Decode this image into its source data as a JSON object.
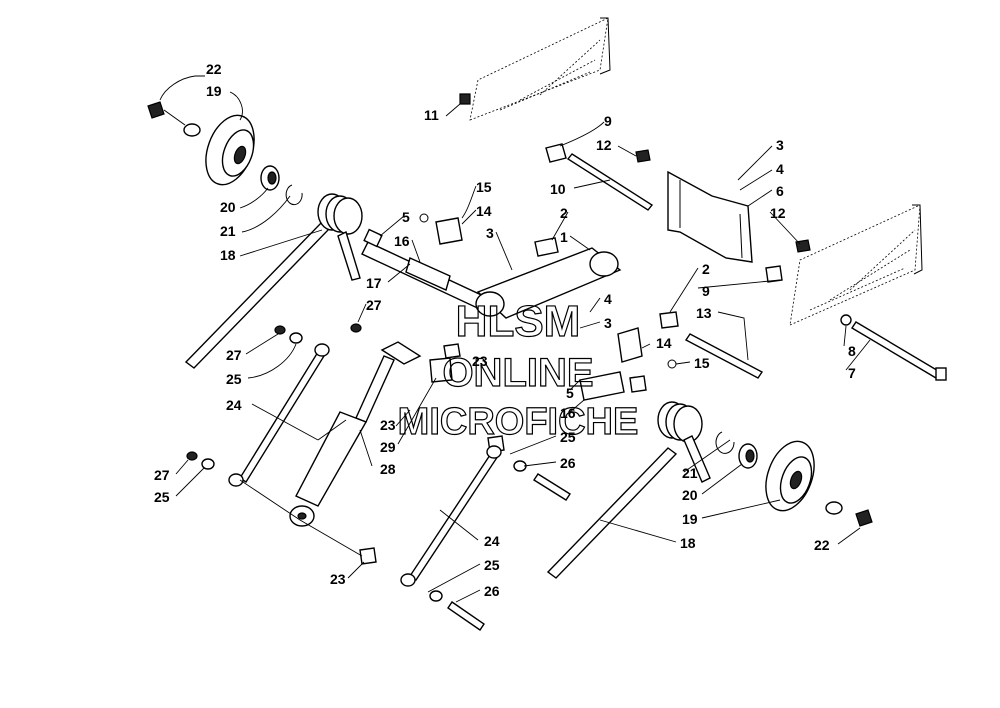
{
  "watermark": {
    "line1": "HLSM",
    "line2": "ONLINE",
    "line3": "MICROFICHE"
  },
  "callouts": {
    "c22a": "22",
    "c19a": "19",
    "c20a": "20",
    "c21a": "21",
    "c18a": "18",
    "c11": "11",
    "c9a": "9",
    "c12a": "12",
    "c10": "10",
    "c3a": "3",
    "c4a": "4",
    "c6": "6",
    "c12b": "12",
    "c15a": "15",
    "c14a": "14",
    "c5a": "5",
    "c16a": "16",
    "c3b": "3",
    "c2a": "2",
    "c1": "1",
    "c17": "17",
    "c27a": "27",
    "c2b": "2",
    "c9b": "9",
    "c13": "13",
    "c4b": "4",
    "c3c": "3",
    "c8": "8",
    "c7": "7",
    "c14b": "14",
    "c15b": "15",
    "c27b": "27",
    "c25a": "25",
    "c24a": "24",
    "c23a": "23",
    "c23b": "23",
    "c29": "29",
    "c5b": "5",
    "c16b": "16",
    "c25b": "25",
    "c26a": "26",
    "c28": "28",
    "c27c": "27",
    "c25c": "25",
    "c21b": "21",
    "c20b": "20",
    "c19b": "19",
    "c18b": "18",
    "c22b": "22",
    "c24b": "24",
    "c23c": "23",
    "c25d": "25",
    "c26b": "26"
  }
}
